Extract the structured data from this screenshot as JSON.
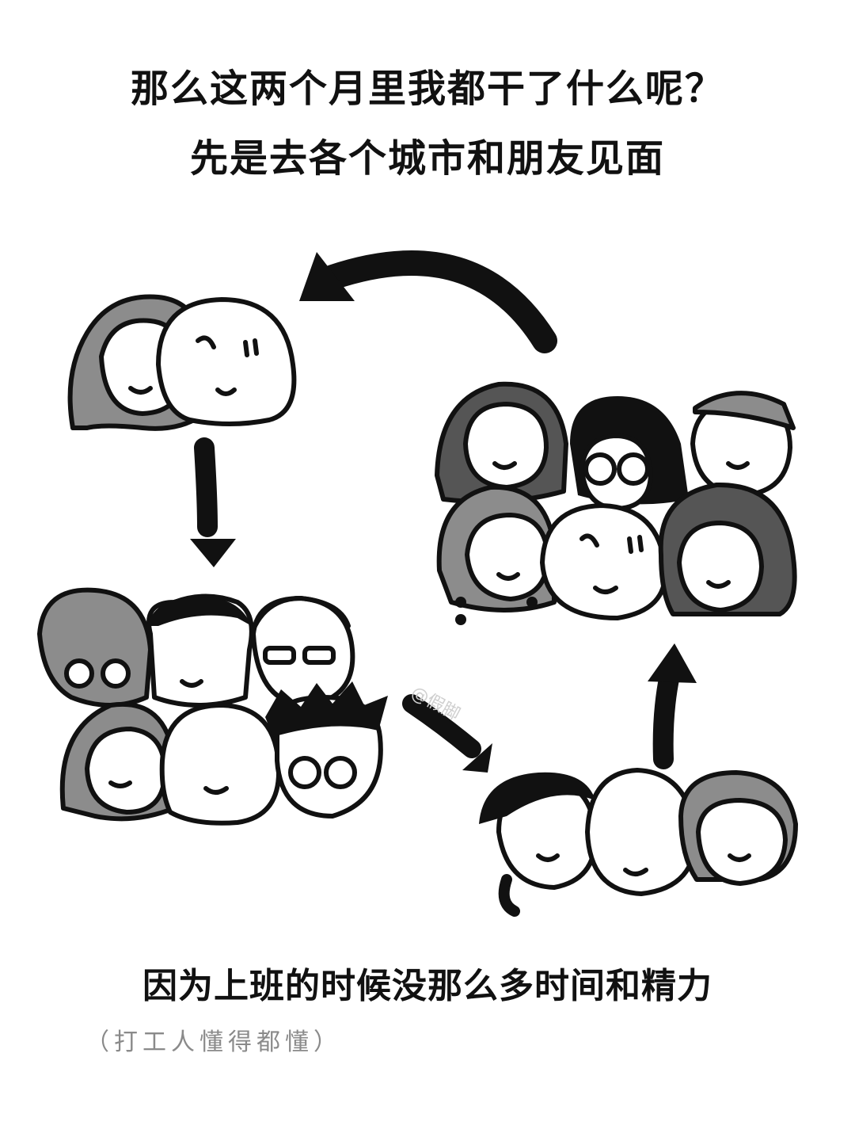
{
  "headline": {
    "line1": "那么这两个月里我都干了什么呢？",
    "line2": "先是去各个城市和朋友见面"
  },
  "caption": {
    "main": "因为上班的时候没那么多时间和精力",
    "sub": "（打工人懂得都懂）"
  },
  "watermark": "@假脚",
  "palette": {
    "ink": "#111111",
    "hair_gray": "#8c8c8c",
    "hair_dark": "#555555",
    "background": "#ffffff"
  }
}
